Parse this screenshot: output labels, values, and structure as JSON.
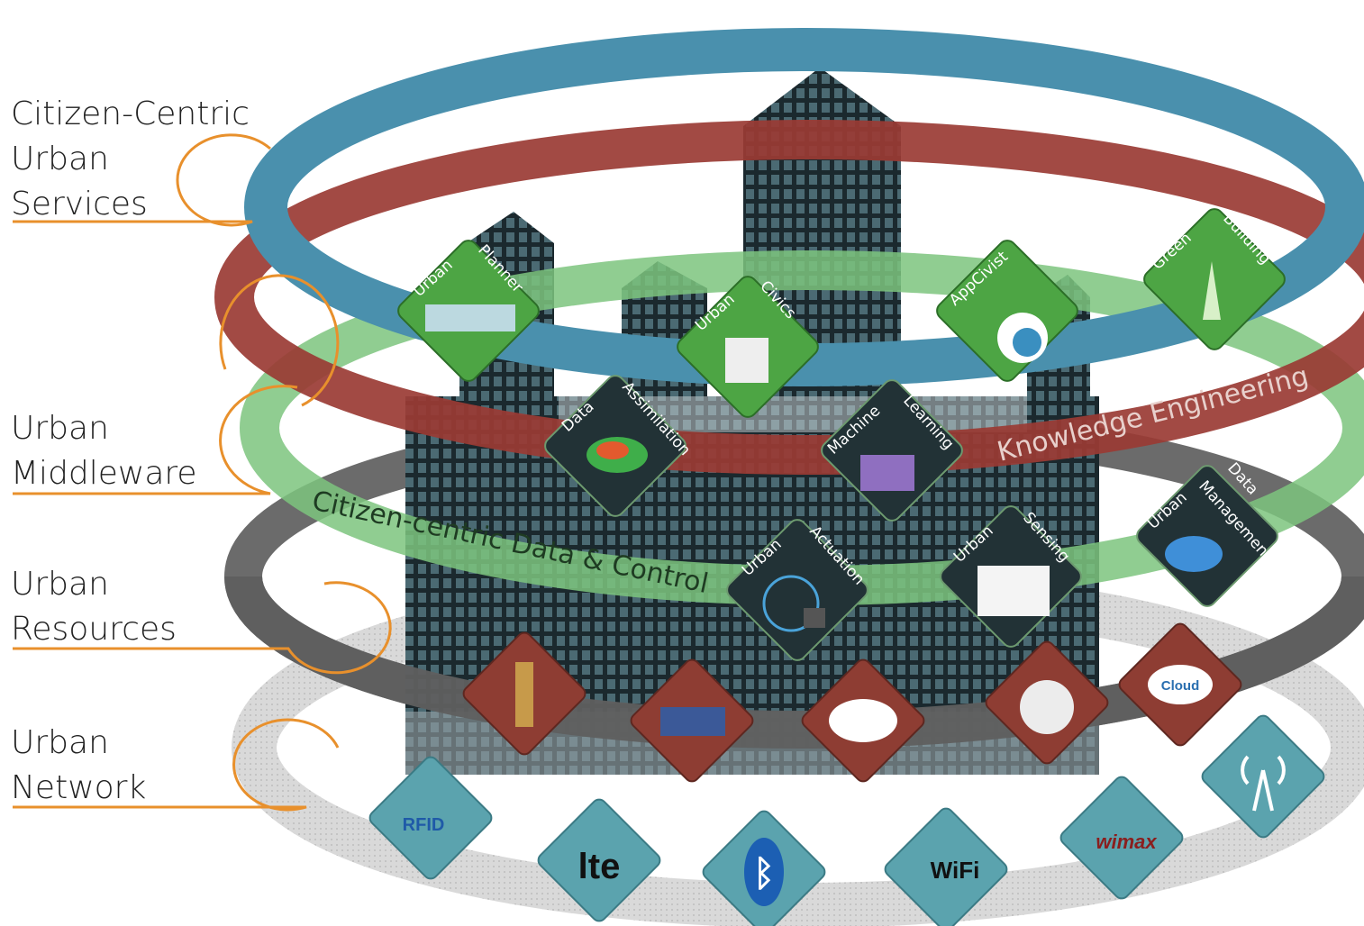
{
  "layers": {
    "services": [
      "Citizen-Centric",
      "Urban",
      "Services"
    ],
    "middleware": [
      "Urban",
      "Middleware"
    ],
    "resources": [
      "Urban",
      "Resources"
    ],
    "network": [
      "Urban",
      "Network"
    ]
  },
  "rings": {
    "knowledge": "Knowledge Engineering",
    "data_control": "Citizen-centric Data & Control"
  },
  "service_tiles": {
    "urban_planner": [
      "Urban",
      "Planner"
    ],
    "urban_civics": [
      "Urban",
      "Civics"
    ],
    "appcivist": "AppCivist",
    "green_building": [
      "Green",
      "Building"
    ]
  },
  "middleware_tiles": {
    "data_assimilation": [
      "Data",
      "Assimilation"
    ],
    "machine_learning": [
      "Machine",
      "Learning"
    ],
    "urban_actuation": [
      "Urban",
      "Actuation"
    ],
    "urban_sensing": [
      "Urban",
      "Sensing"
    ],
    "urban_data_management": [
      "Urban",
      "Data",
      "Management"
    ]
  },
  "resource_tiles": {
    "cloud": "Cloud"
  },
  "network_tiles": {
    "rfid": "RFID",
    "lte": "lte",
    "wifi": "WiFi",
    "wimax": "wimax"
  },
  "colors": {
    "blue_ring": "#4a90ad",
    "red_ring": "#9a3b34",
    "green_ring": "#7cc47e",
    "grey_ring": "#6b6b6b",
    "light_ring": "#d7d7d7",
    "orange_accent": "#e8902c",
    "green_tile": "#4da544",
    "dark_tile": "#223236",
    "brown_tile": "#8e3d33",
    "teal_tile": "#5ba3ae"
  }
}
